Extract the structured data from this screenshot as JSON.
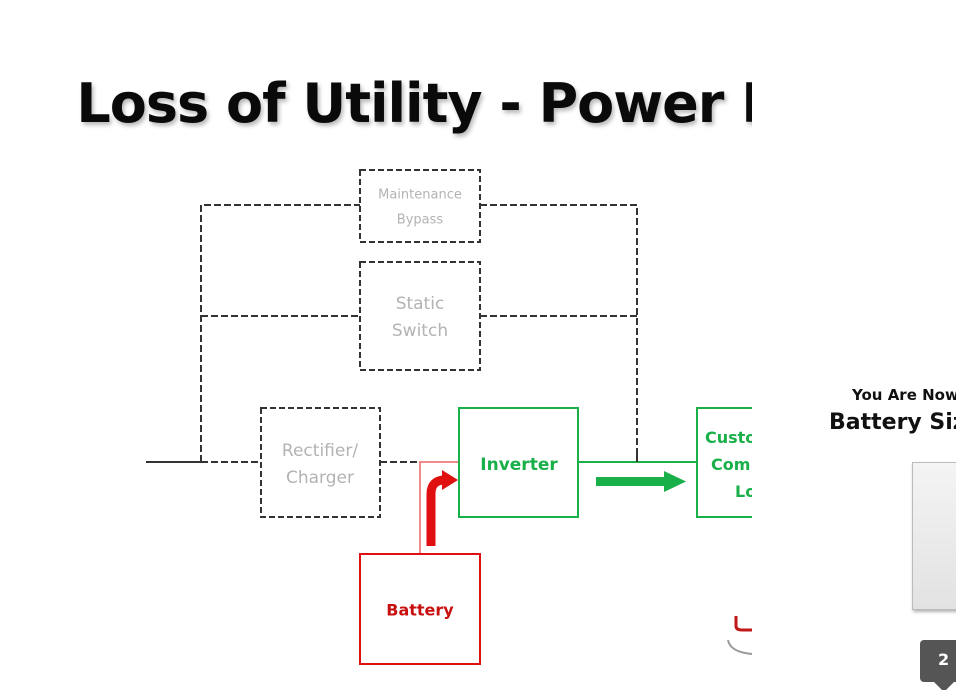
{
  "slide": {
    "title": "Loss of Utility - Power Flow"
  },
  "diagram": {
    "boxes": {
      "maintenance_bypass": [
        "Maintenance",
        "Bypass"
      ],
      "static_switch": [
        "Static",
        "Switch"
      ],
      "rectifier_charger": [
        "Rectifier/",
        "Charger"
      ],
      "inverter": [
        "Inverter"
      ],
      "battery": [
        "Battery"
      ],
      "customer_load": [
        "Custo",
        "Com",
        "Lo"
      ]
    },
    "colors": {
      "inactive": "#b3b3b3",
      "inactive_line": "#333333",
      "active_green": "#19b04a",
      "battery_red": "#e01010"
    },
    "icons": [
      "power-flow-arrow-icon",
      "battery-discharge-arrow-icon",
      "logo-fragment-icon"
    ]
  },
  "side_panel": {
    "line1": "You Are Now",
    "line2": "Battery Siz",
    "badge": "2"
  }
}
